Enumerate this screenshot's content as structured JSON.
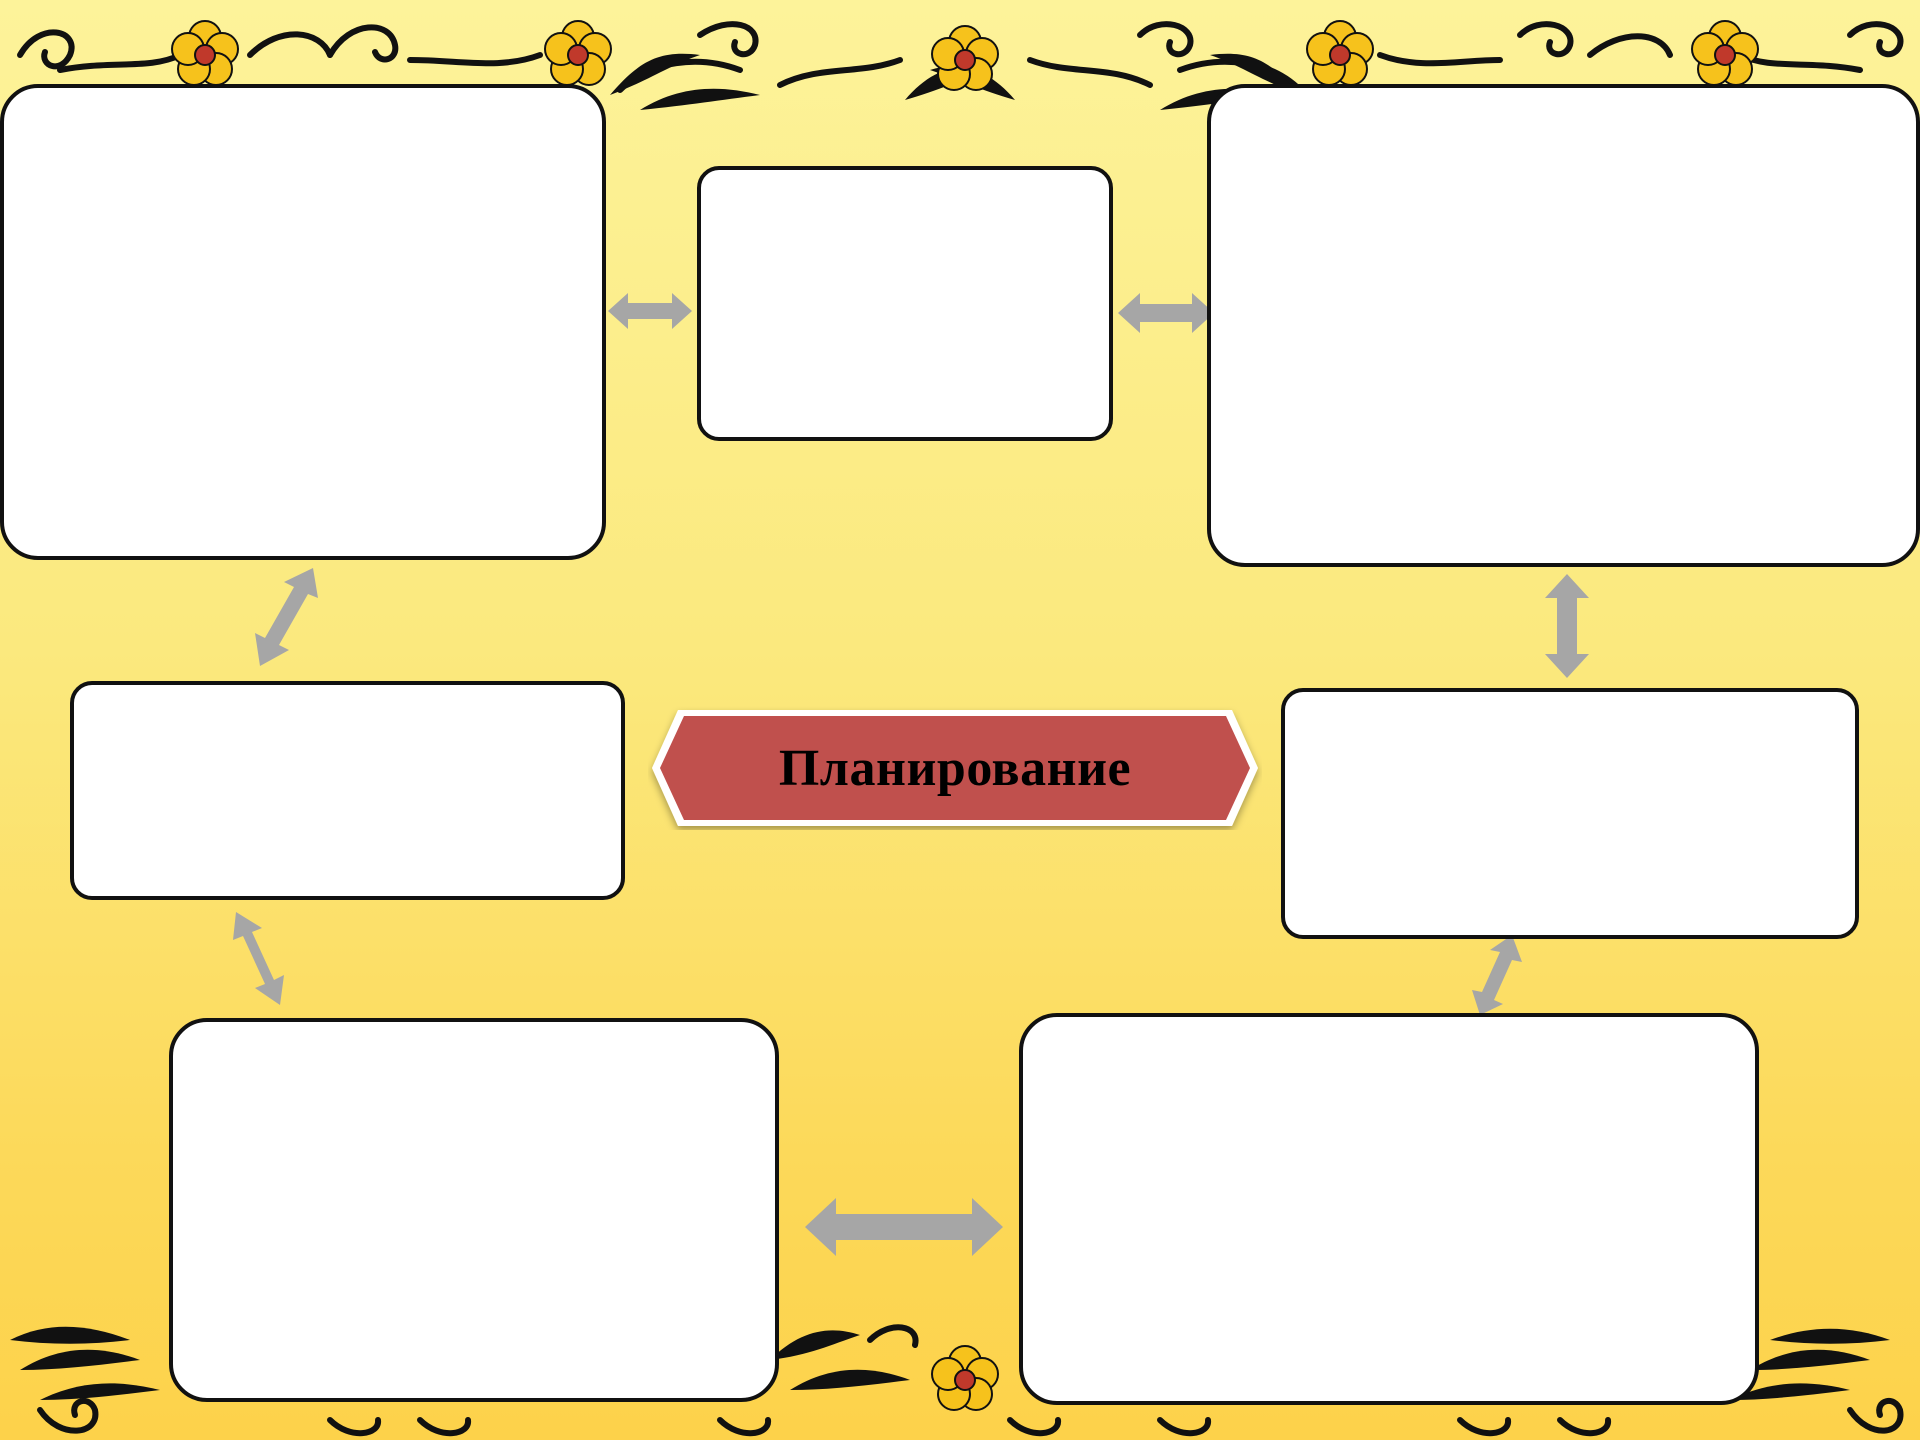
{
  "diagram": {
    "center_label": "Планирование",
    "center_color": "#c0504d",
    "background_top_color": "#fdf39a",
    "background_bottom_color": "#fdd24a",
    "box_border_color": "#111111",
    "arrow_color": "#a6a6a6",
    "ornament_colors": {
      "flower": "#f6c21c",
      "flower_center": "#c0392b",
      "swirl": "#111111"
    },
    "boxes": [
      {
        "id": "top-left",
        "text": ""
      },
      {
        "id": "top-center",
        "text": ""
      },
      {
        "id": "top-right",
        "text": ""
      },
      {
        "id": "middle-left",
        "text": ""
      },
      {
        "id": "middle-right",
        "text": ""
      },
      {
        "id": "bottom-left",
        "text": ""
      },
      {
        "id": "bottom-right",
        "text": ""
      }
    ]
  }
}
